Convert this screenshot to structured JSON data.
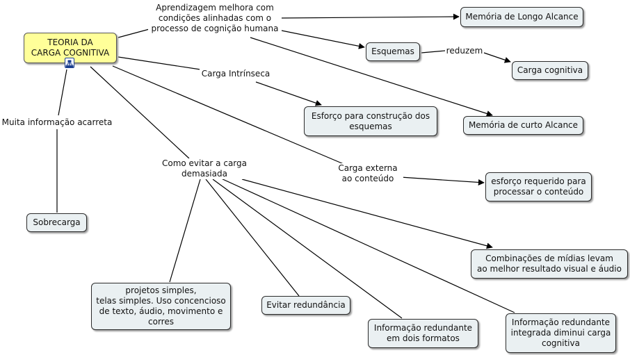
{
  "concepts": {
    "root": "TEORIA DA\nCARGA COGNITIVA",
    "memoria_longo": "Memória de Longo Alcance",
    "esquemas": "Esquemas",
    "carga_cognitiva": "Carga cognitiva",
    "esforco_esquemas": "Esforço para construção dos\nesquemas",
    "memoria_curto": "Memória de curto Alcance",
    "esforco_conteudo": "esforço requerido para\nprocessar o conteúdo",
    "sobrecarga": "Sobrecarga",
    "combinacoes": "Combinações de mídias levam\nao melhor resultado visual e áudio",
    "projetos": "projetos simples,\ntelas simples. Uso concencioso\nde texto, áudio, movimento e\ncorres",
    "evitar": "Evitar redundância",
    "info_dois": "Informação redundante\nem dois formatos",
    "info_integrada": "Informação redundante\nintegrada diminui carga\ncognitiva"
  },
  "linking_phrases": {
    "aprendizagem": "Aprendizagem melhora com\ncondições alinhadas com o\nprocesso de cognição humana",
    "reduzem": "reduzem",
    "intrinseca": "Carga Intrínseca",
    "muita_info": "Muita informação acarreta",
    "como_evitar": "Como evitar a carga\ndemasiada",
    "externa": "Carga externa\nao conteúdo"
  },
  "icons": {
    "submap": "submap-icon"
  },
  "colors": {
    "root_fill": "#ffff99",
    "node_fill": "#eaf0f2",
    "border": "#2b2b2b",
    "line": "#000000"
  }
}
